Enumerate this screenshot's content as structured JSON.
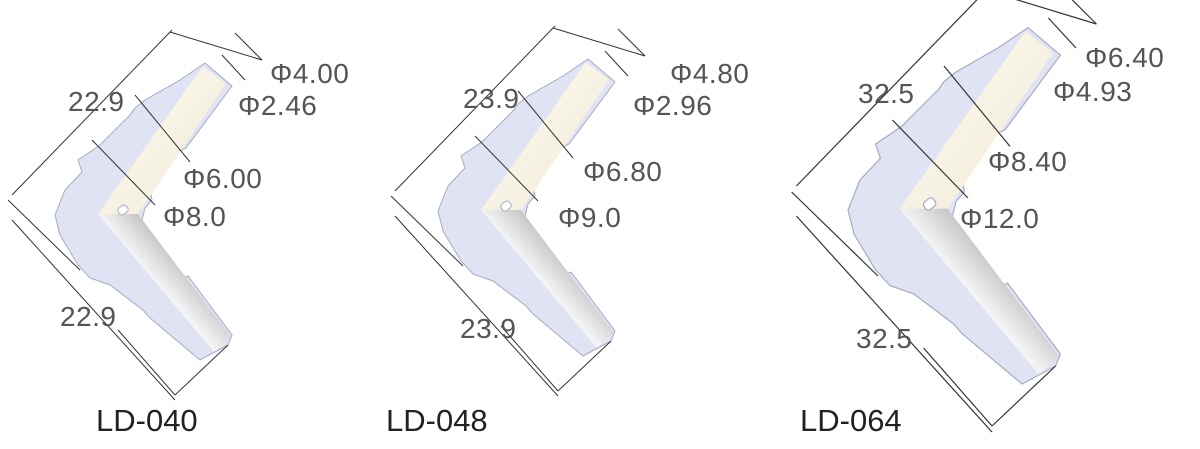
{
  "colors": {
    "body": "#dfe3f3",
    "outline": "#9aa0b8",
    "bore_light": "#fbf7ea",
    "bore_dark": "#2a2a2a",
    "dim_text": "#555555",
    "model_text": "#222222"
  },
  "parts": [
    {
      "model": "LD-040",
      "barb_od": "Φ4.00",
      "id": "Φ2.46",
      "length_upper": "22.9",
      "flange_d": "Φ6.00",
      "body_d": "Φ8.0",
      "length_lower": "22.9"
    },
    {
      "model": "LD-048",
      "barb_od": "Φ4.80",
      "id": "Φ2.96",
      "length_upper": "23.9",
      "flange_d": "Φ6.80",
      "body_d": "Φ9.0",
      "length_lower": "23.9"
    },
    {
      "model": "LD-064",
      "barb_od": "Φ6.40",
      "id": "Φ4.93",
      "length_upper": "32.5",
      "flange_d": "Φ8.40",
      "body_d": "Φ12.0",
      "length_lower": "32.5"
    }
  ]
}
